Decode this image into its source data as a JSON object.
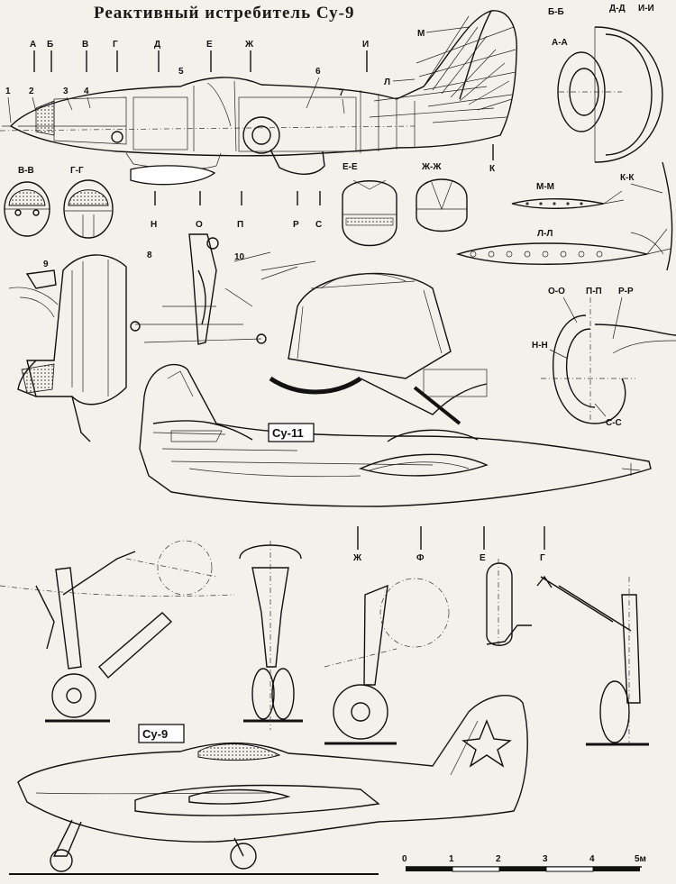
{
  "title": "Реактивный истребитель Су-9",
  "sections_top": [
    "А",
    "Б",
    "В",
    "Г",
    "Д",
    "Е",
    "Ж",
    "И",
    "М",
    "Л",
    "К"
  ],
  "sections_bottom": [
    "Н",
    "О",
    "П",
    "Р",
    "С"
  ],
  "numbers": [
    "1",
    "2",
    "3",
    "4",
    "5",
    "6",
    "7",
    "8",
    "9",
    "10"
  ],
  "cross_sections": {
    "vv": "В-В",
    "gg": "Г-Г",
    "ee": "Е-Е",
    "zhzh": "Ж-Ж",
    "bb": "Б-Б",
    "aa": "А-А",
    "dd": "Д-Д",
    "ii": "И-И",
    "kk": "К-К",
    "mm": "М-М",
    "ll": "Л-Л",
    "oo": "О-О",
    "pp": "П-П",
    "rr": "Р-Р",
    "nn": "Н-Н",
    "ss": "С-С"
  },
  "aircraft_tags": {
    "su11": "Су-11",
    "su9": "Су-9"
  },
  "gear_marks": [
    "Ж",
    "Ф",
    "Е",
    "Г"
  ],
  "scale": {
    "ticks": [
      "0",
      "1",
      "2",
      "3",
      "4",
      "5м"
    ]
  },
  "colors": {
    "paper": "#f4f1ea",
    "ink": "#111111"
  }
}
